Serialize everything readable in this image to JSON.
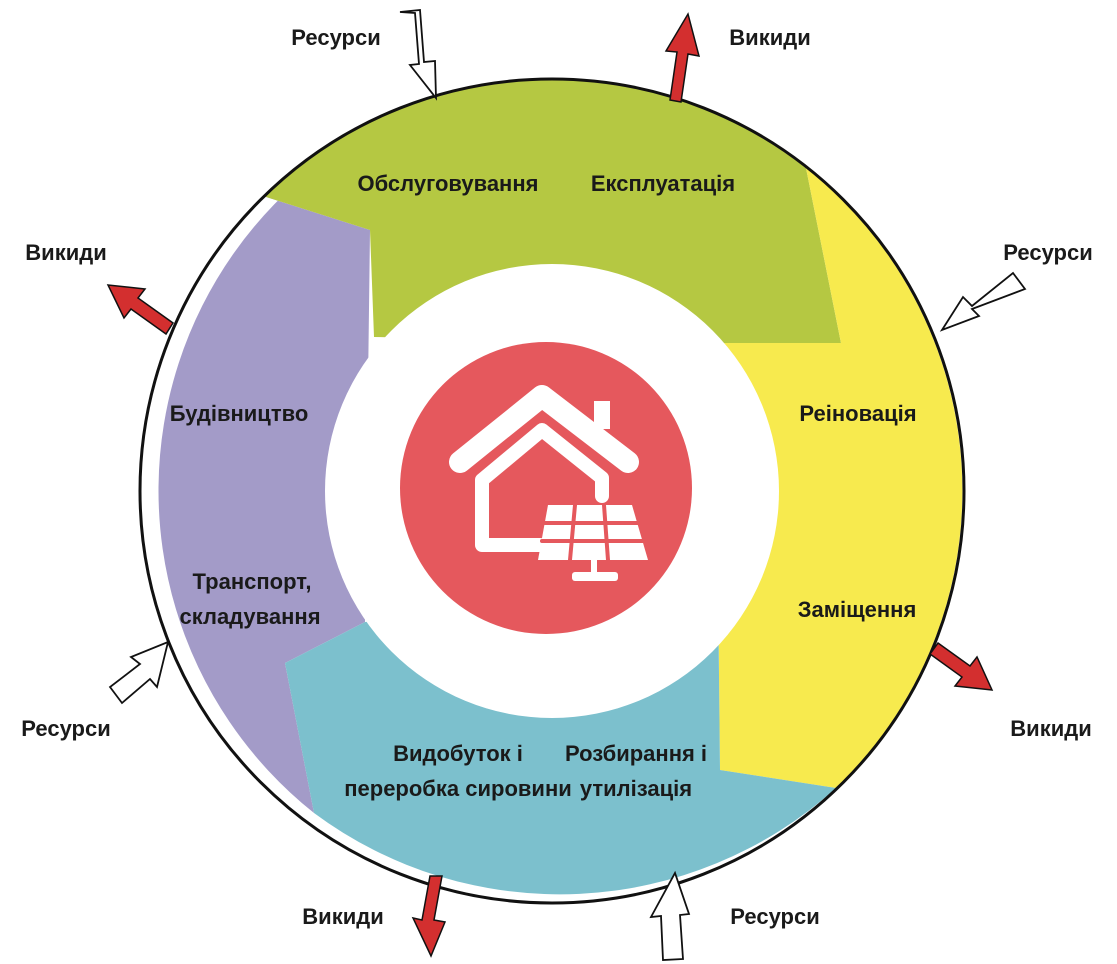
{
  "colors": {
    "maintenance_segment": "#b5c842",
    "renovation_segment": "#f7ea4e",
    "extraction_segment": "#7cc0cd",
    "construction_segment": "#a39bc8",
    "center_circle": "#e5585d",
    "emission_arrow": "#d32f2f",
    "outline": "#111111"
  },
  "center": {
    "icon": "house-with-solar-panel-icon"
  },
  "stages": {
    "maintenance": "Обслуговування",
    "operation": "Експлуатація",
    "renovation": "Реіновація",
    "replacement": "Заміщення",
    "dismantling_line1": "Розбирання і",
    "dismantling_line2": "утилізація",
    "extraction_line1": "Видобуток і",
    "extraction_line2": "переробка сировини",
    "transport_line1": "Транспорт,",
    "transport_line2": "складування",
    "construction": "Будівництво"
  },
  "external": {
    "resources_top": "Ресурси",
    "emissions_top": "Викиди",
    "resources_right": "Ресурси",
    "emissions_right": "Викиди",
    "resources_bottom": "Ресурси",
    "emissions_bottom": "Викиди",
    "resources_left": "Ресурси",
    "emissions_left": "Викиди"
  }
}
